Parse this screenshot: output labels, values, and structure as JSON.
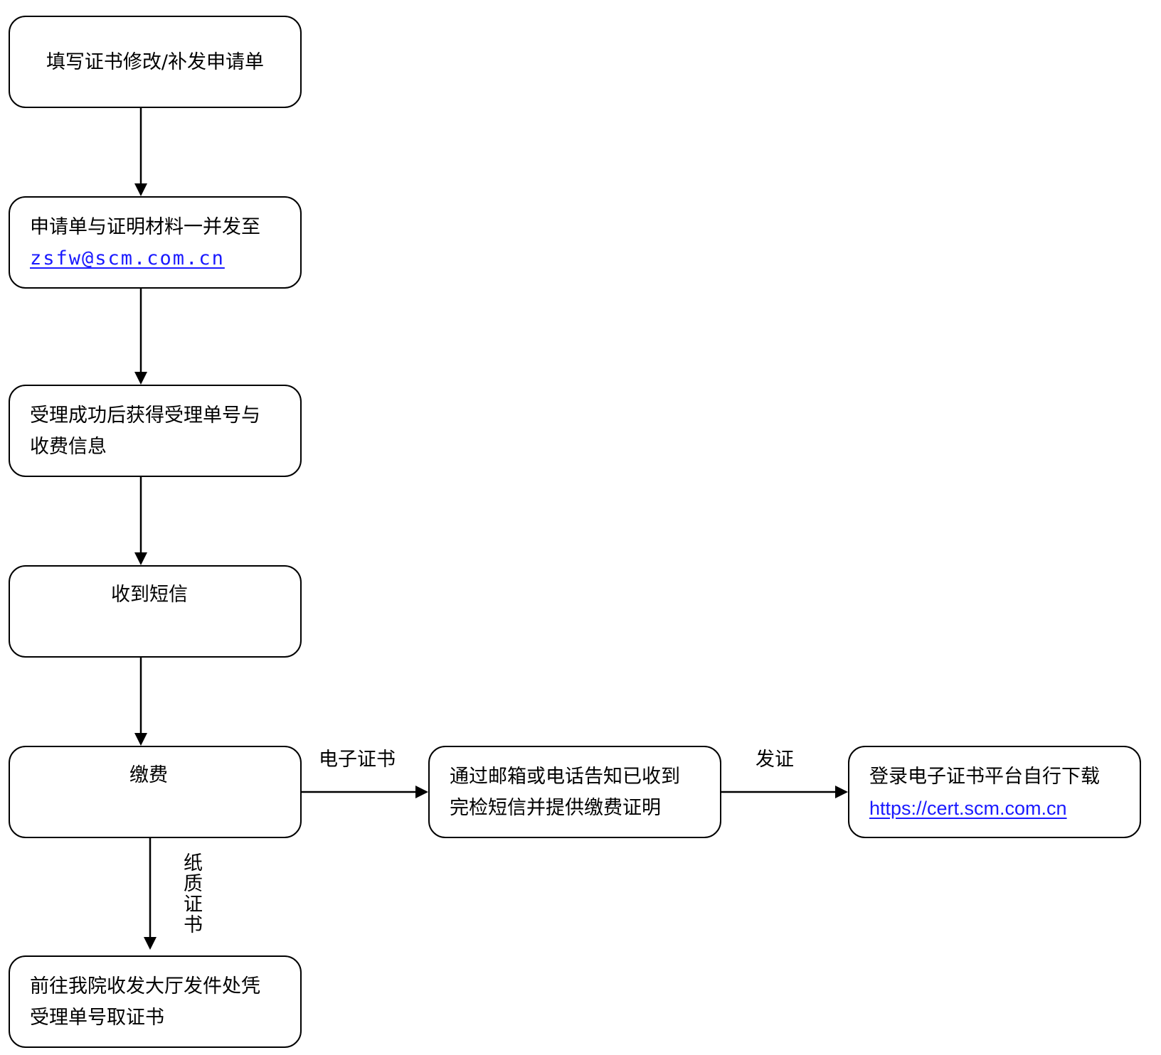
{
  "steps": {
    "fill_form": "填写证书修改/补发申请单",
    "send_email_text": "申请单与证明材料一并发至",
    "send_email_address": "zsfw@scm.com.cn",
    "accepted_line1": "受理成功后获得受理单号与",
    "accepted_line2": "收费信息",
    "receive_sms": "收到短信",
    "pay": "缴费",
    "pickup_line1": "前往我院收发大厅发件处凭",
    "pickup_line2": "受理单号取证书",
    "notify_line1": "通过邮箱或电话告知已收到",
    "notify_line2": "完检短信并提供缴费证明",
    "download_text": "登录电子证书平台自行下载",
    "download_url": "https://cert.scm.com.cn"
  },
  "edges": {
    "electronic_certificate": "电子证书",
    "issue_certificate": "发证",
    "paper_certificate": "纸质证书"
  },
  "colors": {
    "stroke": "#000000",
    "link": "#1a1aff",
    "background": "#ffffff"
  }
}
